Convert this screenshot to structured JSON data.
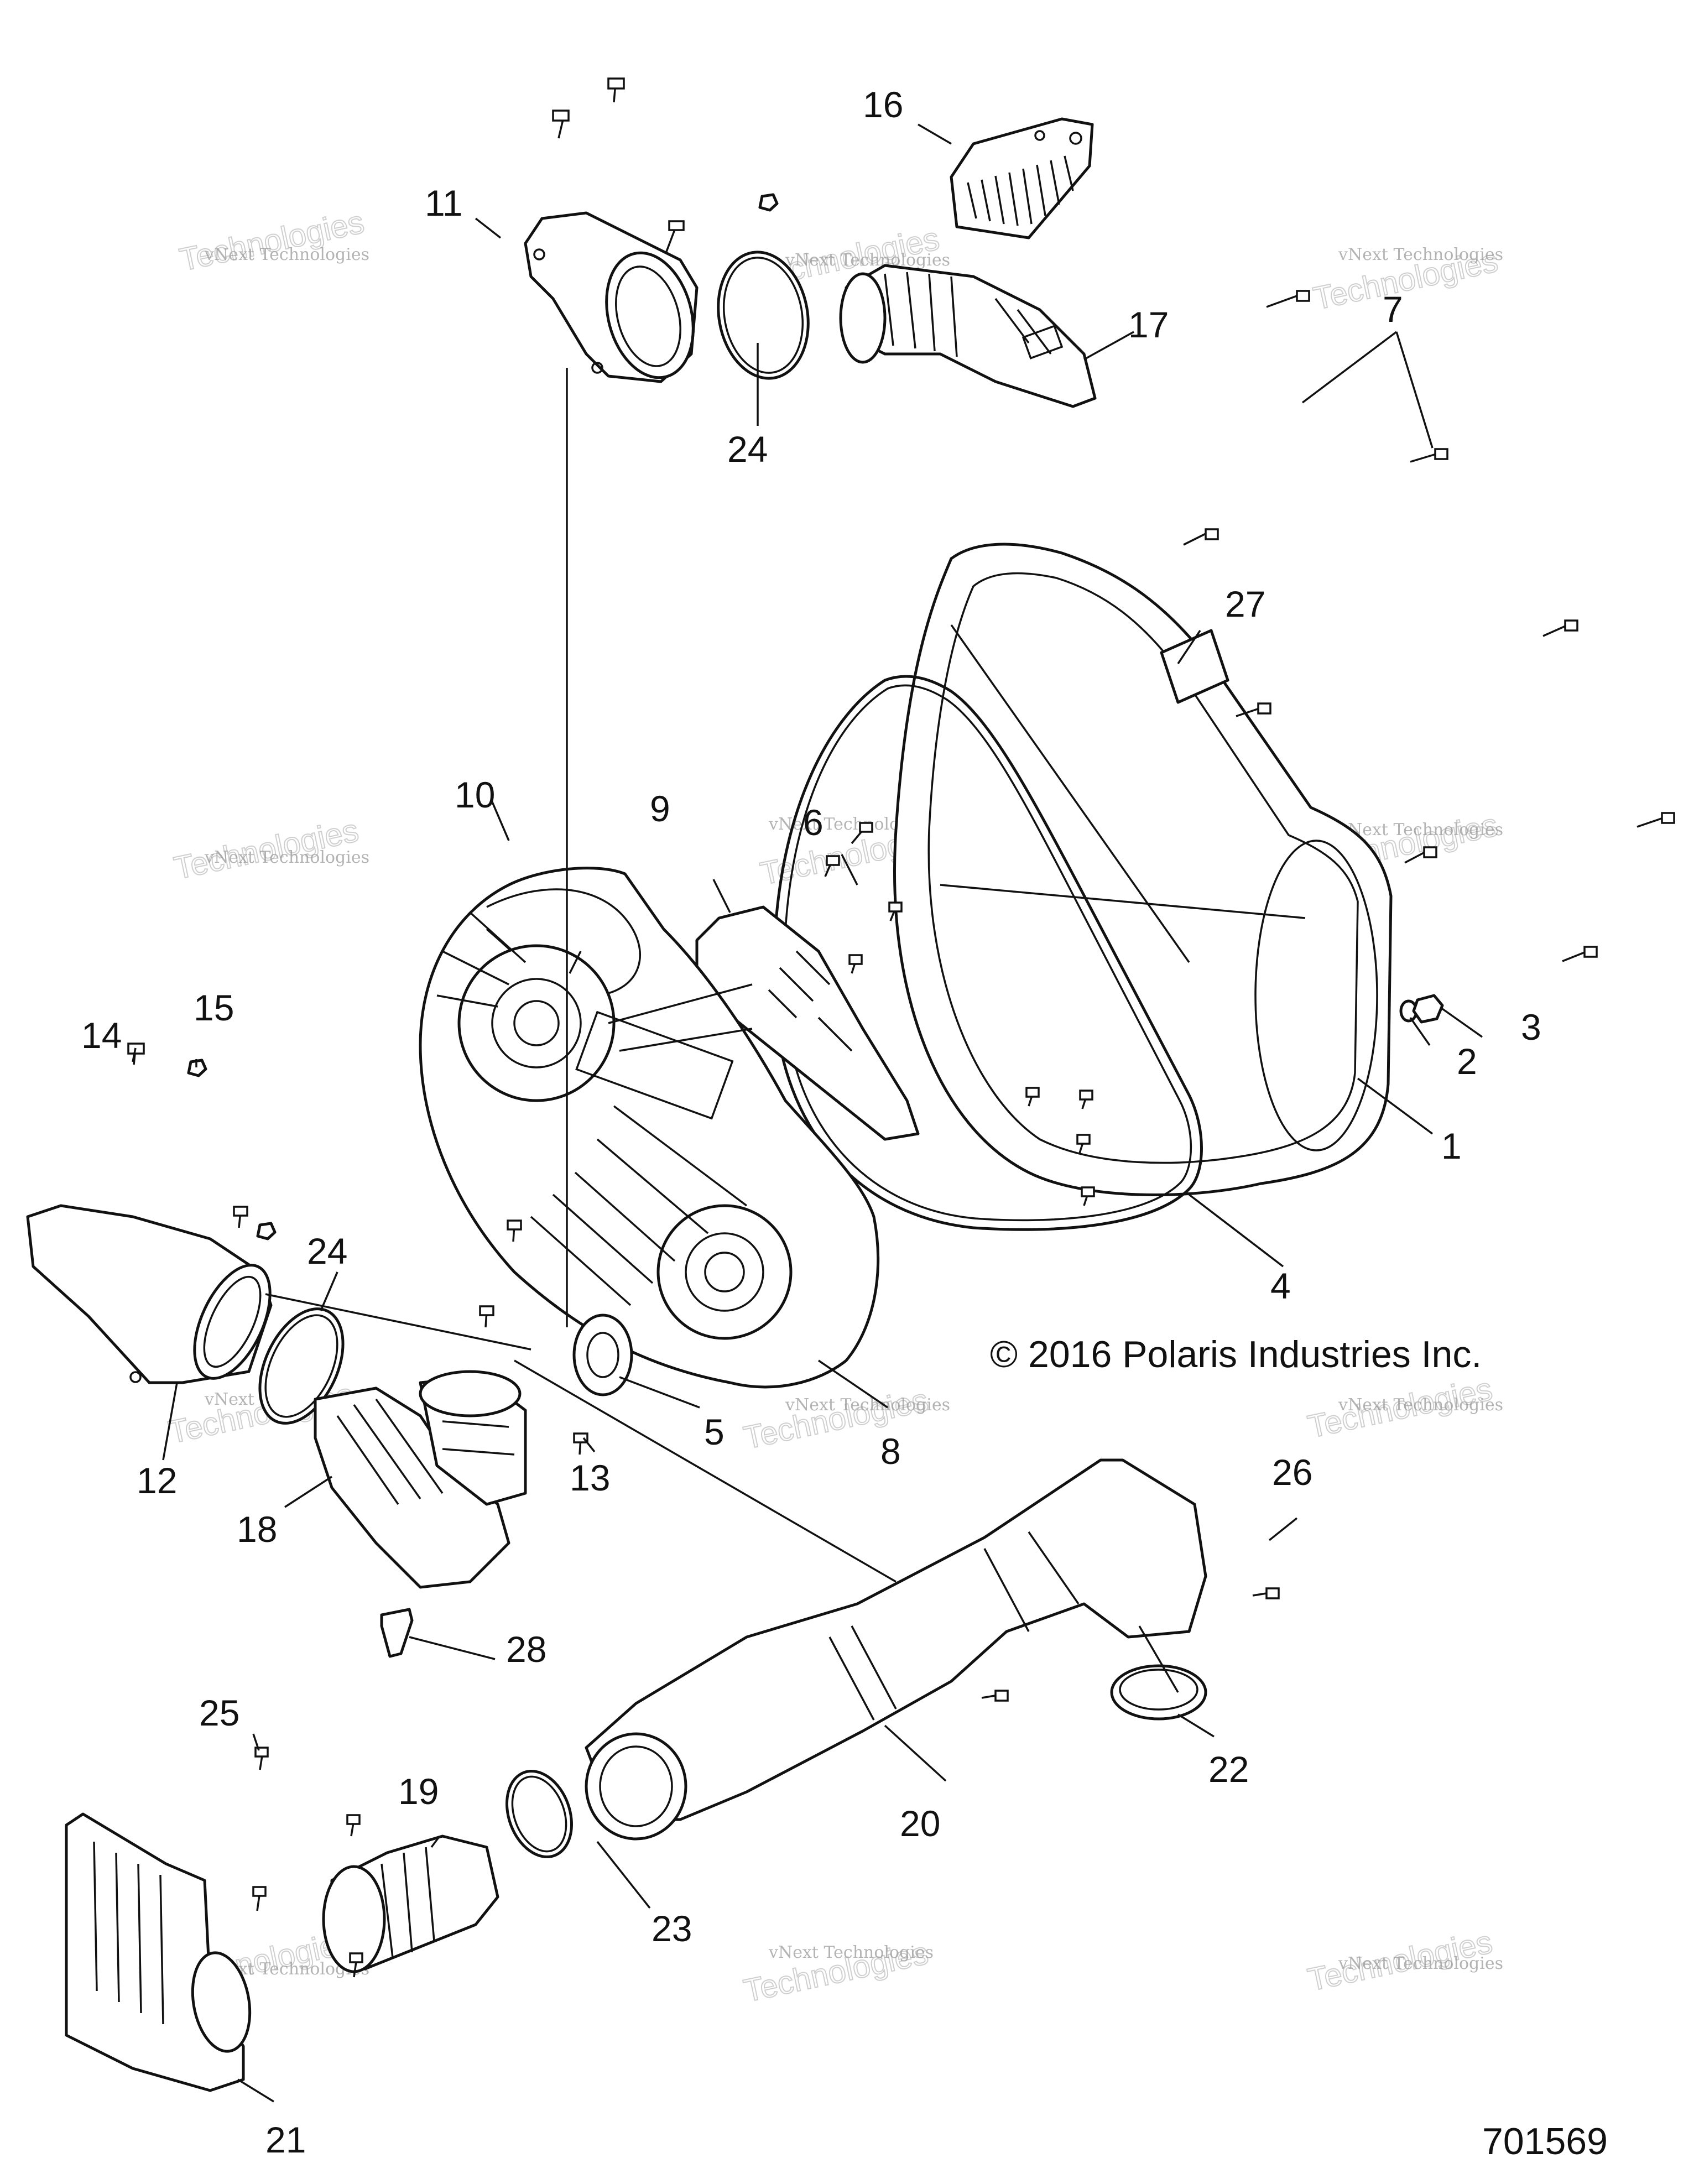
{
  "callouts": [
    {
      "id": "1",
      "label": "1"
    },
    {
      "id": "2",
      "label": "2"
    },
    {
      "id": "3",
      "label": "3"
    },
    {
      "id": "4",
      "label": "4"
    },
    {
      "id": "5",
      "label": "5"
    },
    {
      "id": "6",
      "label": "6"
    },
    {
      "id": "7",
      "label": "7"
    },
    {
      "id": "8",
      "label": "8"
    },
    {
      "id": "9",
      "label": "9"
    },
    {
      "id": "10",
      "label": "10"
    },
    {
      "id": "11",
      "label": "11"
    },
    {
      "id": "12",
      "label": "12"
    },
    {
      "id": "13",
      "label": "13"
    },
    {
      "id": "14",
      "label": "14"
    },
    {
      "id": "15",
      "label": "15"
    },
    {
      "id": "16",
      "label": "16"
    },
    {
      "id": "17",
      "label": "17"
    },
    {
      "id": "18",
      "label": "18"
    },
    {
      "id": "19",
      "label": "19"
    },
    {
      "id": "20",
      "label": "20"
    },
    {
      "id": "21",
      "label": "21"
    },
    {
      "id": "22",
      "label": "22"
    },
    {
      "id": "23",
      "label": "23"
    },
    {
      "id": "24a",
      "label": "24"
    },
    {
      "id": "24b",
      "label": "24"
    },
    {
      "id": "25",
      "label": "25"
    },
    {
      "id": "26",
      "label": "26"
    },
    {
      "id": "27",
      "label": "27"
    },
    {
      "id": "28",
      "label": "28"
    }
  ],
  "copyright": "© 2016 Polaris Industries Inc.",
  "figure_number": "701569",
  "watermark": {
    "company": "vNext Technologies",
    "brand_top": "vNext",
    "brand_bottom": "Technologies"
  }
}
